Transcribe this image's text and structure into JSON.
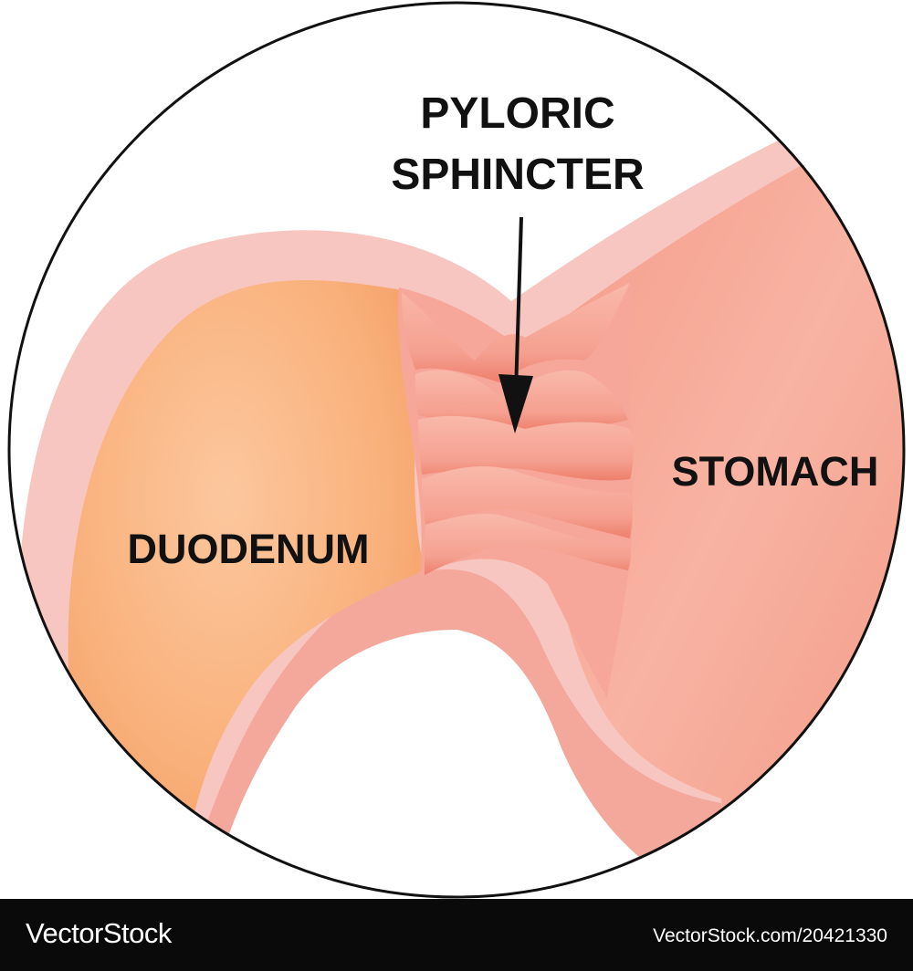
{
  "labels": {
    "title_line1": "PYLORIC",
    "title_line2": "SPHINCTER",
    "duodenum": "DUODENUM",
    "stomach": "STOMACH"
  },
  "footer": {
    "brand": "VectorStock",
    "credit": "VectorStock.com/20421330"
  },
  "colors": {
    "outer_wall": "#f7c6c1",
    "stomach": "#f6a996",
    "duodenum": "#f9b47a",
    "sphincter_folds": "#f49a8a",
    "footer_bg": "#0a0a0a"
  }
}
